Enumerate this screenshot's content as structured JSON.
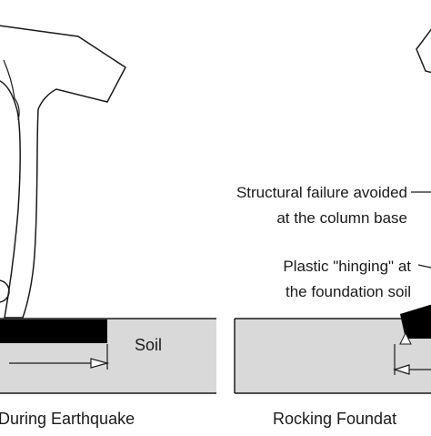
{
  "labels": {
    "soil": "Soil",
    "structural_failure_line1": "Structural failure avoided",
    "structural_failure_line2": "at the column base",
    "plastic_hinging_line1": "Plastic \"hinging\" at",
    "plastic_hinging_line2": "the foundation soil",
    "caption_left": "During Earthquake",
    "caption_right": "Rocking Foundat"
  },
  "colors": {
    "soil_fill": "#d9d9d9",
    "line": "#1a1a1a",
    "footing": "#000000",
    "background": "#ffffff"
  }
}
